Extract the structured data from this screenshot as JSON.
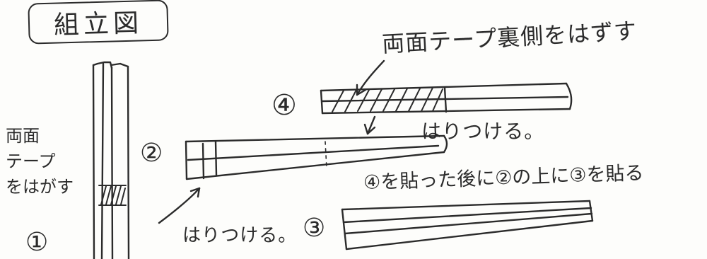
{
  "title": "組立図",
  "steps": {
    "s1": "①",
    "s2": "②",
    "s3": "③",
    "s4": "④"
  },
  "labels": {
    "peel_tape_lines": [
      "両面",
      "テープ",
      "をはがす"
    ],
    "remove_backing": "両面テープ裏側をはずす",
    "attach_top": "はりつける。",
    "attach_bottom": "はりつける。",
    "instruction": "④を貼った後に②の上に③を貼る"
  },
  "colors": {
    "ink": "#2b2b2b",
    "paper": "#fdfdfb"
  }
}
